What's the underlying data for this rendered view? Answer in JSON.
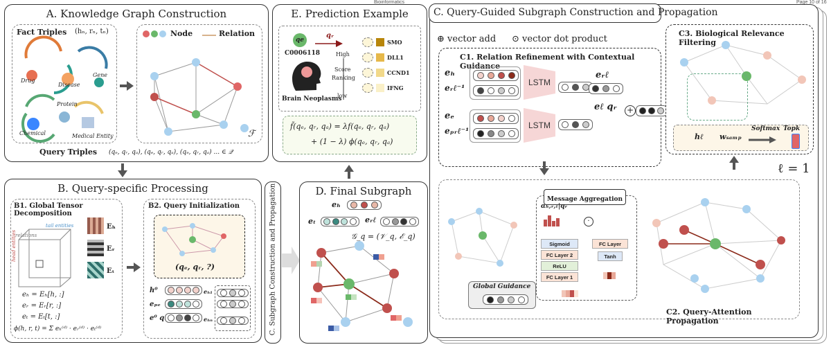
{
  "header": {
    "journal": "Bioinformatics",
    "page": "Page 10 of 16"
  },
  "panelA": {
    "title": "A. Knowledge Graph Construction",
    "fact_triples": "Fact Triples",
    "fact_formula": "(hₙ, rₙ, tₙ)",
    "entities": [
      "Drug",
      "Disease",
      "Gene",
      "Protein",
      "Chemical",
      "Medical Entity"
    ],
    "legend_node": "Node",
    "legend_relation": "Relation",
    "graph_symbol": "ℱ",
    "query_triples": "Query Triples",
    "query_formula": "(qₑ, qᵣ, qₐ), (qₑ, qᵣ, qₐ), (qₑ, qᵣ, qₐ) ... ∈ 𝒬"
  },
  "panelB": {
    "title": "B. Query-specific Processing",
    "b1_title": "B1. Global Tensor Decomposition",
    "b2_title": "B2. Query Initialization",
    "cube_labels": [
      "tail entities",
      "relations",
      "head entities"
    ],
    "matrices": [
      "Eₕ",
      "Eᵣ",
      "Eₜ"
    ],
    "equations": [
      "eₕ = Eₕ[h, :]",
      "eᵣ = Eᵣ[r, :]",
      "eₜ = Eₜ[t, :]"
    ],
    "phi": "ϕ(h, r, t) = Σ eₕ⁽ᵈ⁾ · eᵣ⁽ᵈ⁾ · eₜ⁽ᵈ⁾",
    "query_tuple": "(qₑ, qᵣ, ?)",
    "init_labels": [
      "h⁰",
      "eₚₑ",
      "e⁰ qᵣ",
      "eₕ₁",
      "eₕₙ"
    ]
  },
  "panelC_side": {
    "label": "C. Subgraph Construction and Propagation"
  },
  "panelD": {
    "title": "D. Final Subgraph",
    "labels": [
      "eₕ",
      "eₜ",
      "eᵣℓ"
    ],
    "formula": "𝒢_q = (𝒱_q, ℰ_q)"
  },
  "panelE": {
    "title": "E. Prediction Example",
    "entity_id": "C0006118",
    "entity_name": "Brain Neoplasms",
    "relation": "qᵣ",
    "score_labels": [
      "High",
      "Score",
      "Ranking",
      "low"
    ],
    "genes": [
      "SMO",
      "DLL1",
      "CCND1",
      "IFNG"
    ],
    "formula_line1": "f̃(qₑ, qᵣ, qₐ) = λf(qₑ, qᵣ, qₐ)",
    "formula_line2": "+ (1 − λ) ϕ(qₑ, qᵣ, qₐ)"
  },
  "panelC": {
    "title": "C. Query-Guided Subgraph Construction and Propagation",
    "legend_add": "⊕ vector add",
    "legend_dot": "⊙ vector dot product",
    "c1_title": "C1. Relation Refinement with Contextual Guidance",
    "c1_labels": [
      "eₕ",
      "eᵣℓ⁻¹",
      "eₑ",
      "eₚᵣℓ⁻¹",
      "eᵣℓ",
      "eℓ qᵣ"
    ],
    "lstm": "LSTM",
    "c3_title": "C3. Biological Relevance Filtering",
    "softmax": "Softmax",
    "topk": "Topk",
    "h_label": "hℓ",
    "w_label": "wₛₐₘₚ",
    "ell": "ℓ = 1",
    "msg_title": "Message Aggregation",
    "alpha": "αₕ,ᵣ,ₜ|qᵣ",
    "layers": [
      "Sigmoid",
      "FC Layer 2",
      "ReLU",
      "FC Layer 1",
      "FC Layer",
      "Tanh"
    ],
    "global_guidance": "Global Guidance",
    "c2_title": "C2. Query-Attention Propagation"
  }
}
